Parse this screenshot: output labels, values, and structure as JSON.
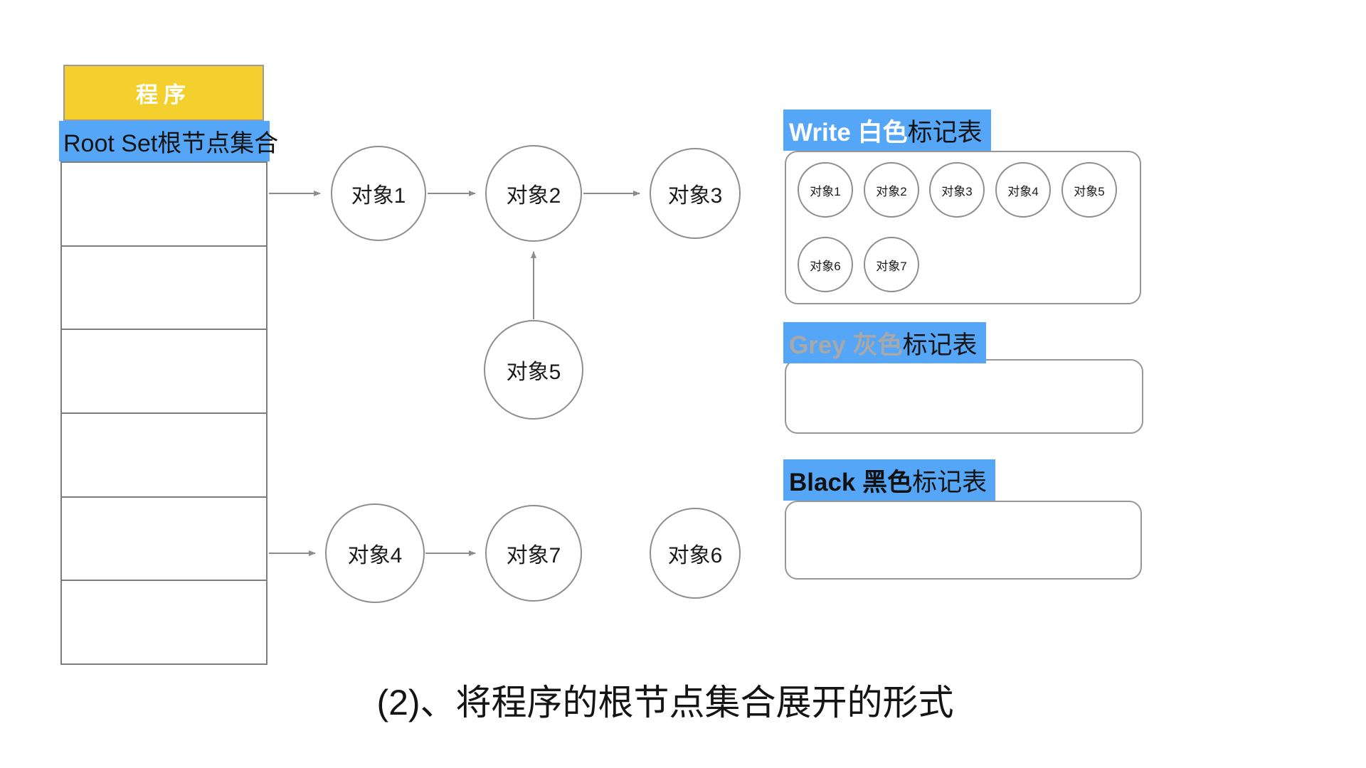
{
  "colors": {
    "accent_blue": "#55a6f7",
    "header_yellow": "#f4d02e",
    "grey_label_text": "#a8a8a8",
    "line_grey": "#8e8e8e"
  },
  "program_table": {
    "header": "程序",
    "root_row": "Root Set根节点集合",
    "empty_row_count": 6
  },
  "graph": {
    "nodes": [
      {
        "id": "obj1",
        "label": "对象1"
      },
      {
        "id": "obj2",
        "label": "对象2"
      },
      {
        "id": "obj3",
        "label": "对象3"
      },
      {
        "id": "obj4",
        "label": "对象4"
      },
      {
        "id": "obj5",
        "label": "对象5"
      },
      {
        "id": "obj6",
        "label": "对象6"
      },
      {
        "id": "obj7",
        "label": "对象7"
      }
    ],
    "edges": [
      "root-set → 对象1",
      "对象1 → 对象2",
      "对象2 → 对象3",
      "对象5 → 对象2",
      "root-set → 对象4",
      "对象4 → 对象7"
    ]
  },
  "mark_tables": {
    "white": {
      "label_highlight": "Write 白色",
      "label_rest": "标记表",
      "items": [
        "对象1",
        "对象2",
        "对象3",
        "对象4",
        "对象5",
        "对象6",
        "对象7"
      ]
    },
    "grey": {
      "label_highlight": "Grey 灰色",
      "label_rest": "标记表",
      "items": []
    },
    "black": {
      "label_highlight": "Black 黑色",
      "label_rest": "标记表",
      "items": []
    }
  },
  "caption": "(2)、将程序的根节点集合展开的形式"
}
